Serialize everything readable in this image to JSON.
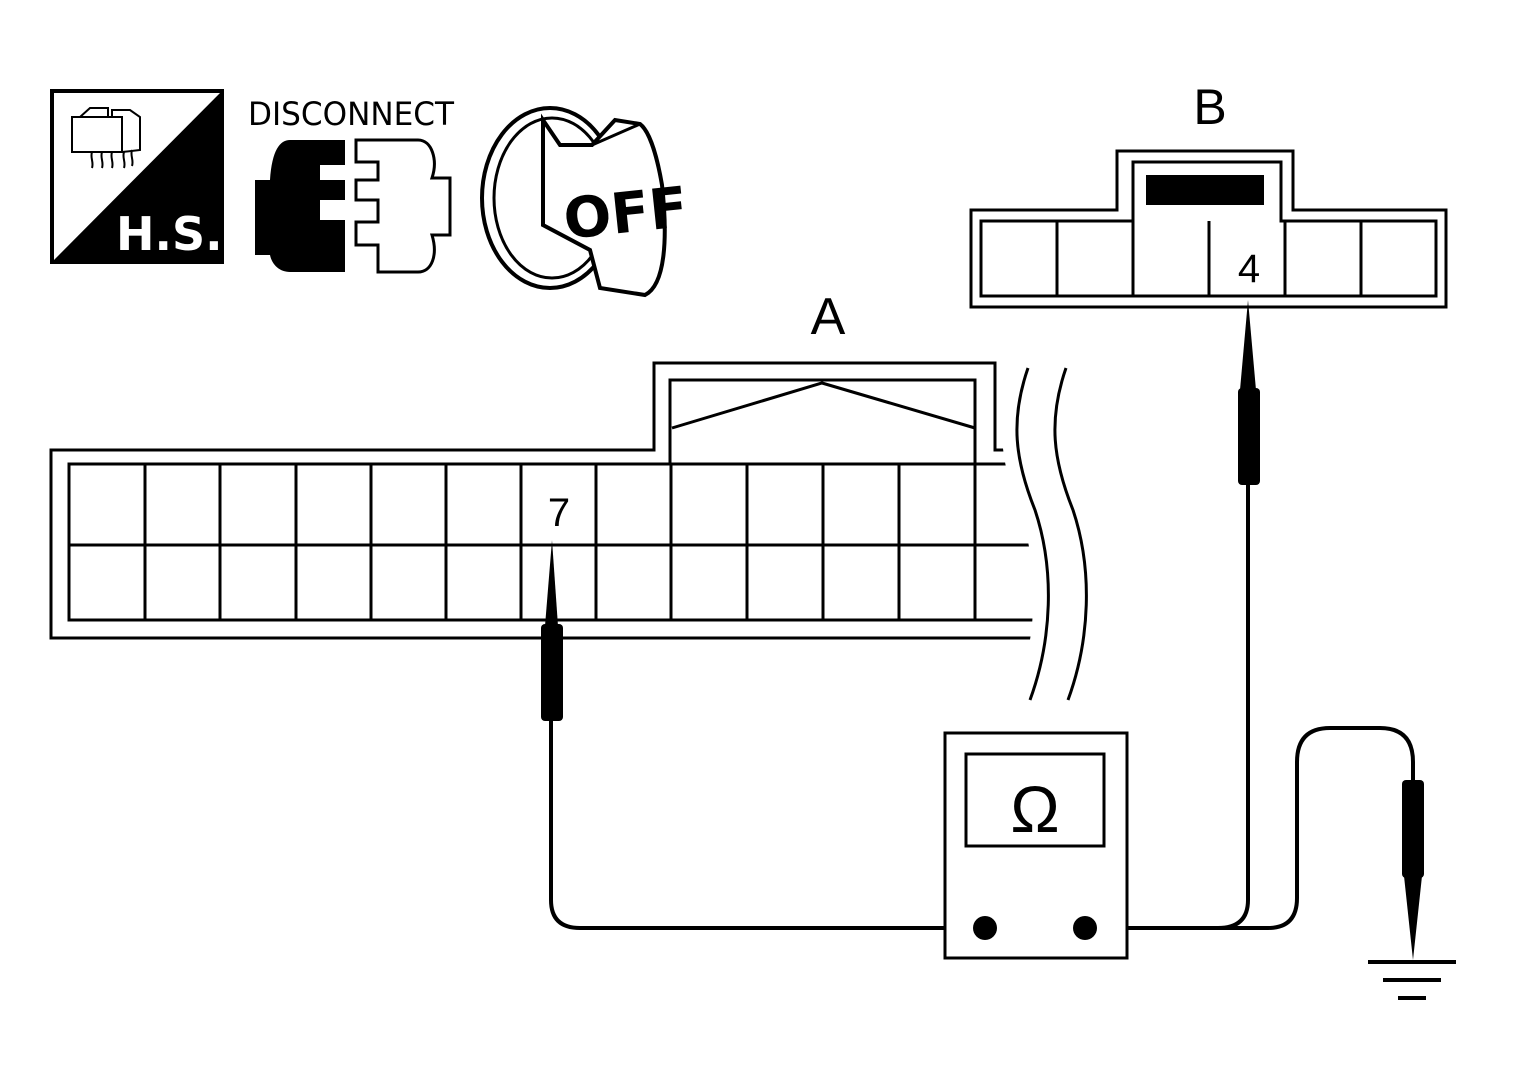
{
  "icons": {
    "hs": {
      "label": "H.S.",
      "name": "harness-side-icon"
    },
    "disconnect": {
      "label": "DISCONNECT",
      "name": "disconnect-connector-icon"
    },
    "ignition": {
      "label": "OFF",
      "name": "ignition-off-icon"
    }
  },
  "connector_a": {
    "label": "A",
    "terminal": "7"
  },
  "connector_b": {
    "label": "B",
    "terminal": "4"
  },
  "meter": {
    "symbol": "Ω",
    "name": "ohmmeter-icon"
  },
  "ground": {
    "name": "ground-symbol-icon"
  },
  "colors": {
    "ink": "#000000",
    "paper": "#ffffff"
  }
}
